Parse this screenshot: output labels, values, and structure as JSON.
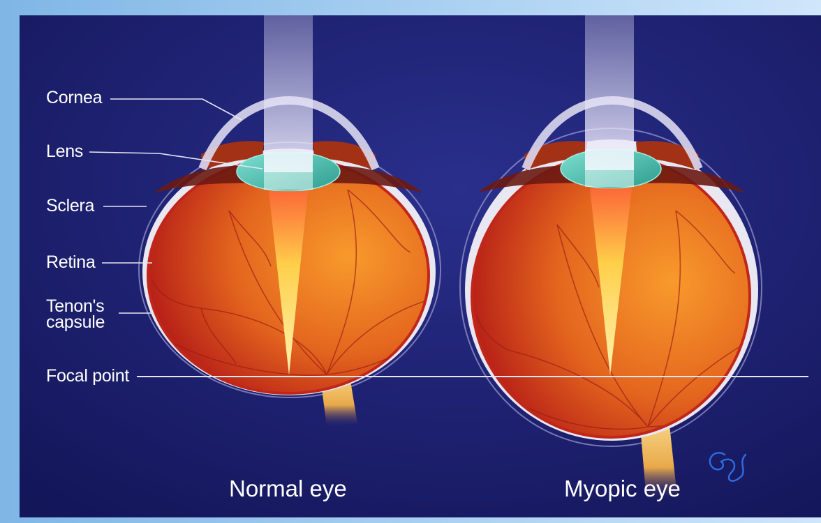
{
  "labels": {
    "cornea": "Cornea",
    "lens": "Lens",
    "sclera": "Sclera",
    "retina": "Retina",
    "tenons_line1": "Tenon's",
    "tenons_line2": "capsule",
    "focal_point": "Focal point"
  },
  "captions": {
    "normal": "Normal eye",
    "myopic": "Myopic eye"
  },
  "colors": {
    "background": "#1d2067",
    "frame": "#a9d0f2",
    "eyeball_inner": "#f08424",
    "eyeball_outer": "#c8281c",
    "lens": "#5bc9b8",
    "light_beam": "#ffe38a",
    "sclera": "#e8e6ef",
    "optic_nerve": "#f4c86a",
    "signature": "#2e6de0"
  }
}
